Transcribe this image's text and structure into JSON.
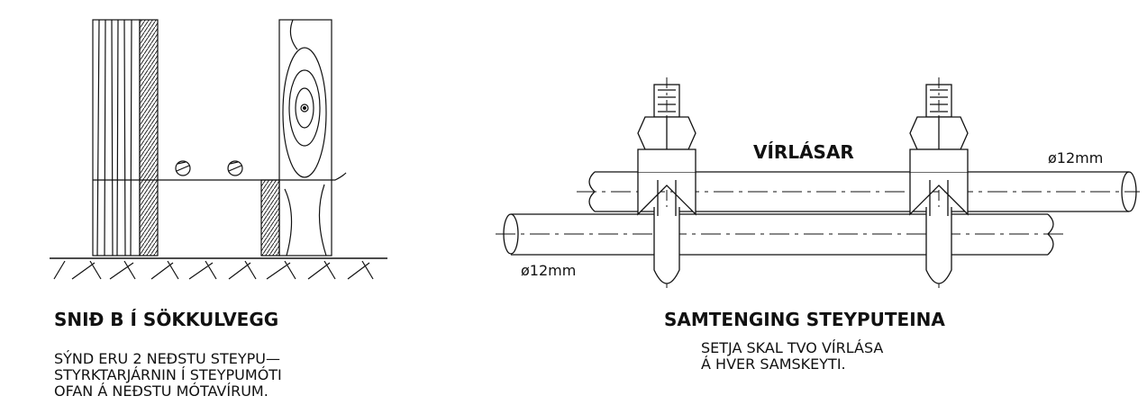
{
  "left_figure": {
    "title": "SNIÐ B  Í SÖKKULVEGG",
    "note_lines": [
      "SÝND ERU 2 NEÐSTU STEYPU—",
      "STYRKTARJÁRNIN Í STEYPUMÓTI",
      "OFAN Á NEÐSTU MÓTAVÍRUM."
    ]
  },
  "right_figure": {
    "top_label": "VÍRLÁSAR",
    "dim_upper": "ø12mm",
    "dim_lower": "ø12mm",
    "title": "SAMTENGING STEYPUTEINA",
    "note_lines": [
      "SETJA SKAL TVO VÍRLÁSA",
      "Á HVER SAMSKEYTI."
    ]
  }
}
